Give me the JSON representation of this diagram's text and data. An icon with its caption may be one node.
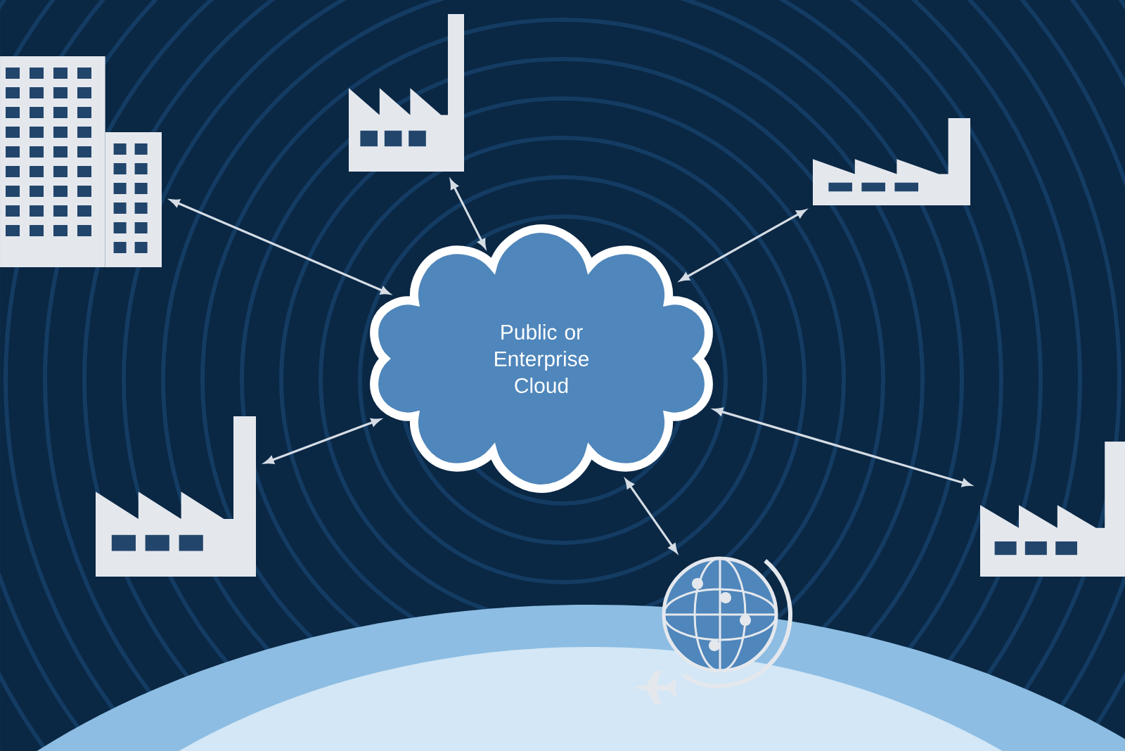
{
  "diagram": {
    "nodes": [
      {
        "text": [
          "Public or Enterprise Cloud"
        ]
      },
      {
        "text": [],
        "shape": "picture"
      },
      {
        "text": [],
        "shape": "picture"
      },
      {
        "text": [],
        "shape": "picture"
      },
      {
        "text": [],
        "shape": "picture"
      },
      {
        "text": [],
        "shape": "picture"
      },
      {
        "text": [],
        "shape": "picture"
      }
    ],
    "edges": [
      {
        "from": 1,
        "to": 0,
        "arrow": "both"
      },
      {
        "from": 2,
        "to": 0,
        "arrow": "both"
      },
      {
        "from": 3,
        "to": 0,
        "arrow": "both"
      },
      {
        "from": 4,
        "to": 0,
        "arrow": "both"
      },
      {
        "from": 5,
        "to": 0,
        "arrow": "both"
      },
      {
        "from": 6,
        "to": 0,
        "arrow": "both"
      }
    ]
  }
}
